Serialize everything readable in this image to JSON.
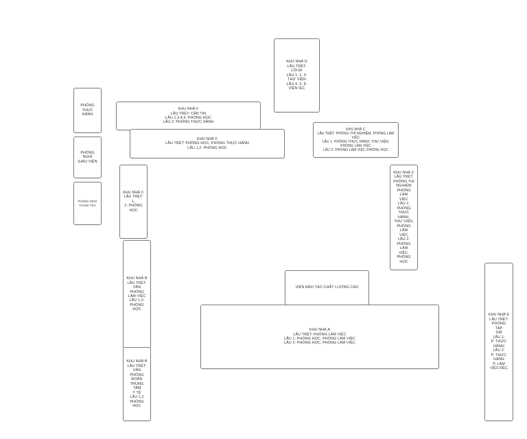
{
  "map": {
    "blocks": {
      "d": "KHU NHÀ D\nLẦU TRỆT:\nLỐI ĐI\nLẦU 1, 2, 3:\nTHƯ VIỆN\nLẦU 4, 5, 6:\nVIỆN IEC",
      "phong_thuc_hanh": "PHÒNG\nTHỰC HÀNH",
      "phong_nghi_giao_vien": "PHÒNG NGHỈ\nGIÁO VIÊN",
      "phong_nghi_thanh_tra": "PHÒNG NGHỈ\nTHANH TRA",
      "f_upper": "KHU NHÀ F\nLẦU TRỆT: CĂN TIN\nLẦU 1,3,4,5: PHÒNG HỌC\nLẦU 2: PHÒNG THỰC HÀNH",
      "f_lower": "KHU NHÀ F\nLẦU TRỆT: PHÒNG HỌC, PHÒNG THỰC HÀNH\nLẦU 1,2: PHÒNG HỌC",
      "c_top": "KHU NHÀ C\nLẦU TRỆT: PHÒNG THÍ NGHIỆM, PHÒNG LÀM VIỆC\nLẦU 1: PHÒNG THỰC HÀNH, THƯ VIỆN, PHÒNG LÀM VIỆC\nLẦU 2: PHÒNG LÀM VIỆC PHÒNG HỌC",
      "c_left": "KHU NHÀ C\nLẦU TRỆT: 1,\n2: PHÒNG\nHỌC",
      "c_right": "KHU NHÀ C\nLẦU TRỆT:\nPHÒNG THÍ\nNGHIỆM\nPHÒNG LÀM\nVIỆC\nLẦU 1:\nPHÒNG\nTHỰC HÀNH,\nTHƯ VIỆN,\nPHÒNG LÀM\nVIỆC\nLẦU 2:\nPHÒNG LÀM\nVIỆC, PHÒNG\nHỌC",
      "b_upper": "KHU NHÀ B\nLẦU TRỆT:\nVĂN PHÒNG\nLÀM VIỆC\nLẦU 1,2:\nPHÒNG HỌC",
      "b_lower": "KHU NHÀ B\nLẦU TRỆT:\nVĂN PHÒNG\nĐOÀN\nTRUNG TÂM\nY TẾ\nLẦU 1,2\nPHÒNG HỌC",
      "vien_dao_tao": "VIỆN ĐÀO TẠO CHẤT LƯỢNG CAO",
      "a": "KHU NHÀ A\nLẦU TRỆT: PHÒNG LÀM VIỆC\nLẦU 1: PHÒNG HỌC, PHÒNG LÀM VIỆC\nLẦU 2: PHÒNG HỌC, PHÒNG LÀM VIỆC",
      "e": "KHU NHÀ E\nLẦU TRỆT:\nPHÒNG TẬP\nGM\nLẦU 1:\nP. THỰC\nHÀNH\nLẦU 2:\nP. THỰC\nHÀNH\nP. LÀM\nVIỆCVIỆC"
    }
  }
}
